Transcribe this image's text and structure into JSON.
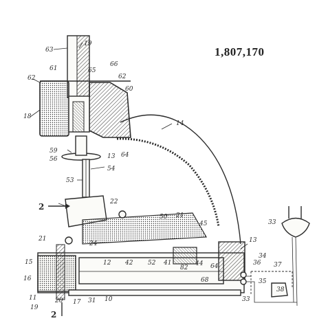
{
  "patent": {
    "number": "1,807,170"
  },
  "labels": [
    {
      "id": "l63",
      "text": "63"
    },
    {
      "id": "l19",
      "text": "19"
    },
    {
      "id": "l61",
      "text": "61"
    },
    {
      "id": "l62a",
      "text": "62"
    },
    {
      "id": "l65",
      "text": "65"
    },
    {
      "id": "l66",
      "text": "66"
    },
    {
      "id": "l62b",
      "text": "62"
    },
    {
      "id": "l60",
      "text": "60"
    },
    {
      "id": "l18",
      "text": "18"
    },
    {
      "id": "l14",
      "text": "14"
    },
    {
      "id": "l59",
      "text": "59"
    },
    {
      "id": "l56",
      "text": "56"
    },
    {
      "id": "l13a",
      "text": "13"
    },
    {
      "id": "l64a",
      "text": "64"
    },
    {
      "id": "l54",
      "text": "54"
    },
    {
      "id": "l53",
      "text": "53"
    },
    {
      "id": "l2a",
      "text": "2"
    },
    {
      "id": "l22",
      "text": "22"
    },
    {
      "id": "l50",
      "text": "50"
    },
    {
      "id": "l21a",
      "text": "21"
    },
    {
      "id": "l45",
      "text": "45"
    },
    {
      "id": "l33",
      "text": "33"
    },
    {
      "id": "l21b",
      "text": "21"
    },
    {
      "id": "l24",
      "text": "24"
    },
    {
      "id": "l13b",
      "text": "13"
    },
    {
      "id": "l34",
      "text": "34"
    },
    {
      "id": "l15",
      "text": "15"
    },
    {
      "id": "l12",
      "text": "12"
    },
    {
      "id": "l42",
      "text": "42"
    },
    {
      "id": "l52",
      "text": "52"
    },
    {
      "id": "l41",
      "text": "41"
    },
    {
      "id": "l82",
      "text": "82"
    },
    {
      "id": "l44",
      "text": "44"
    },
    {
      "id": "l64b",
      "text": "64"
    },
    {
      "id": "l36",
      "text": "36"
    },
    {
      "id": "l37",
      "text": "37"
    },
    {
      "id": "l16",
      "text": "16"
    },
    {
      "id": "l68",
      "text": "68"
    },
    {
      "id": "l35",
      "text": "35"
    },
    {
      "id": "l10",
      "text": "10"
    },
    {
      "id": "l11",
      "text": "11"
    },
    {
      "id": "l20",
      "text": "20"
    },
    {
      "id": "l17",
      "text": "17"
    },
    {
      "id": "l31",
      "text": "31"
    },
    {
      "id": "l19b",
      "text": "19"
    },
    {
      "id": "l2b",
      "text": "2"
    },
    {
      "id": "l33b",
      "text": "33"
    },
    {
      "id": "l38",
      "text": "38"
    }
  ]
}
